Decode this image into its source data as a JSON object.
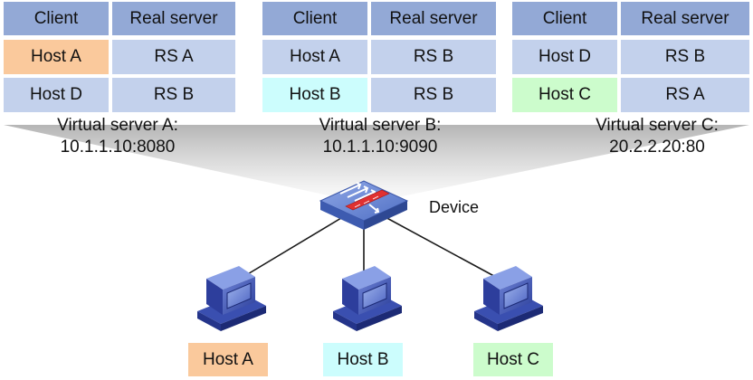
{
  "table_a": {
    "header_client": "Client",
    "header_real_server": "Real server",
    "rows": [
      {
        "client": "Host A",
        "real_server": "RS A"
      },
      {
        "client": "Host D",
        "real_server": "RS B"
      }
    ],
    "label_line1": "Virtual server A:",
    "label_line2": "10.1.1.10:8080"
  },
  "table_b": {
    "header_client": "Client",
    "header_real_server": "Real server",
    "rows": [
      {
        "client": "Host A",
        "real_server": "RS B"
      },
      {
        "client": "Host B",
        "real_server": "RS B"
      }
    ],
    "label_line1": "Virtual server B:",
    "label_line2": "10.1.1.10:9090"
  },
  "table_c": {
    "header_client": "Client",
    "header_real_server": "Real server",
    "rows": [
      {
        "client": "Host D",
        "real_server": "RS B"
      },
      {
        "client": "Host C",
        "real_server": "RS A"
      }
    ],
    "label_line1": "Virtual server C:",
    "label_line2": "20.2.2.20:80"
  },
  "device": {
    "label": "Device",
    "icon": "firewall-switch-icon"
  },
  "hosts": [
    {
      "label": "Host A",
      "icon": "desktop-computer-icon"
    },
    {
      "label": "Host B",
      "icon": "desktop-computer-icon"
    },
    {
      "label": "Host C",
      "icon": "desktop-computer-icon"
    }
  ],
  "colors": {
    "header_fill": "#93a9d6",
    "row_fill": "#c3d1ec",
    "host_a": "#fac99c",
    "host_b": "#ccfdfd",
    "host_c": "#ccfccc",
    "device_blue": "#5b7bc9",
    "firewall_red": "#e03030"
  }
}
